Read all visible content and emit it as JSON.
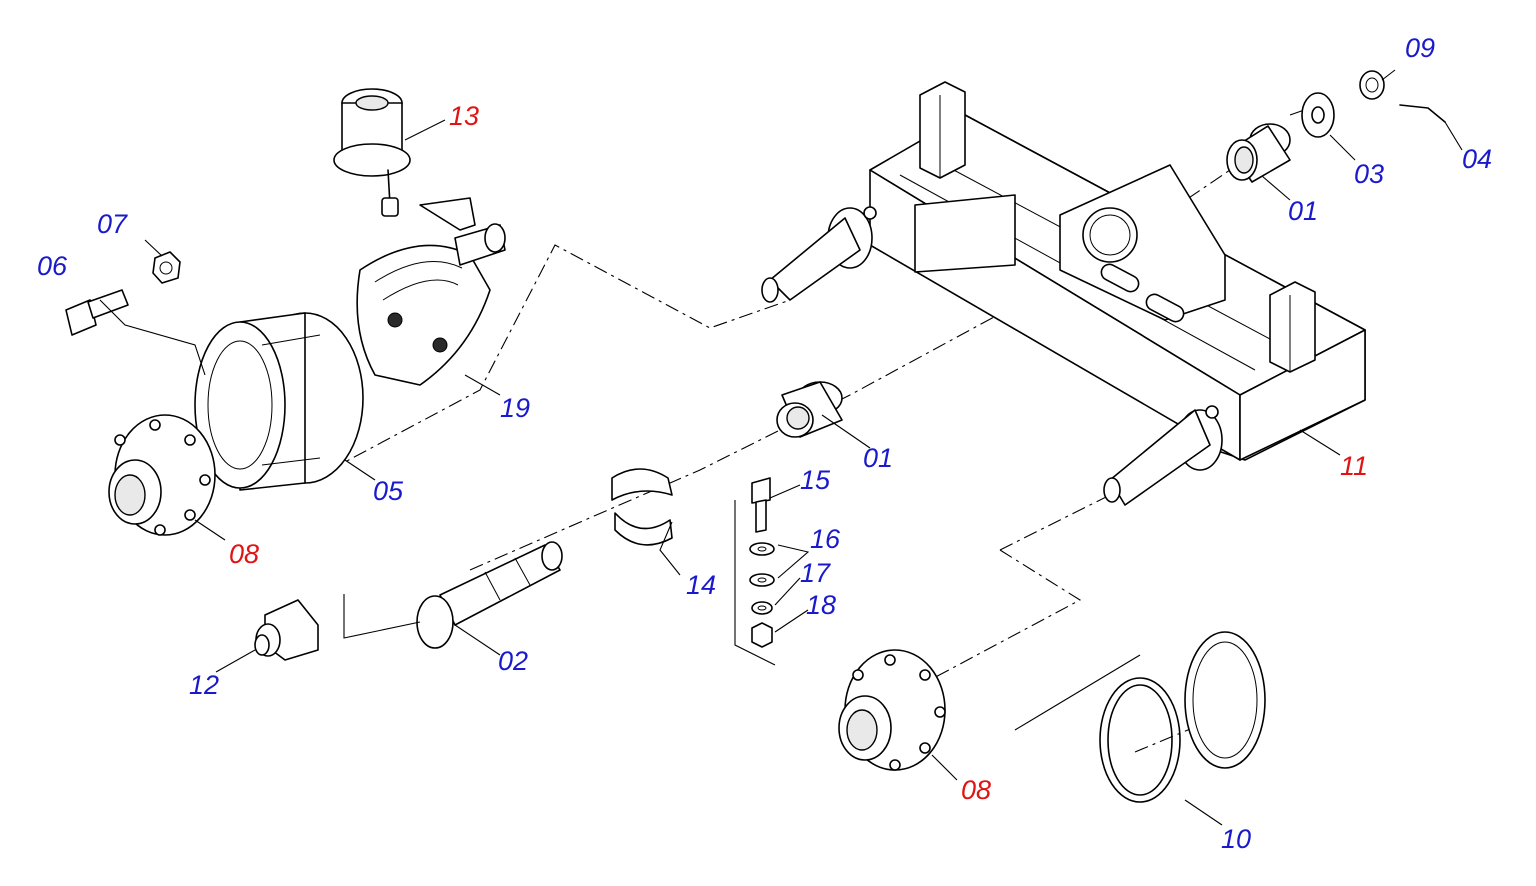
{
  "colors": {
    "standard_part_label": "#1a1acc",
    "highlighted_part_label": "#e01414",
    "line": "#000000",
    "background": "#ffffff"
  },
  "callouts": {
    "p01a": "01",
    "p01b": "01",
    "p02": "02",
    "p03": "03",
    "p04": "04",
    "p05": "05",
    "p06": "06",
    "p07": "07",
    "p08a": "08",
    "p08b": "08",
    "p09": "09",
    "p10": "10",
    "p11": "11",
    "p12": "12",
    "p13": "13",
    "p14": "14",
    "p15": "15",
    "p16": "16",
    "p17": "17",
    "p18": "18",
    "p19": "19"
  },
  "highlighted_parts": [
    "08",
    "11",
    "13"
  ]
}
